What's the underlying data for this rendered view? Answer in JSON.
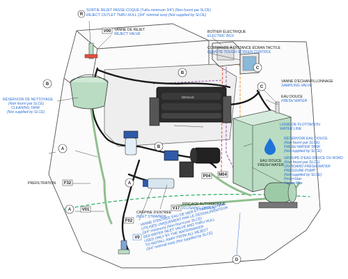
{
  "callouts": {
    "sortie_fr": "SORTIE REJET PASSE-COQUE (Tuillu minimum 3/4\") (Non fourni par SLCE)",
    "sortie_en": "REJECT OUTLET THRU HULL (3/4\" minimal size) (Not supplied by SLCE)",
    "v00_tag": "V00",
    "vanne_rejet_fr": "VANNE DE REJET",
    "vanne_rejet_en": "REJECT VALVE",
    "boitier_fr": "BOÎTIER ÉLECTRIQUE",
    "boitier_en": "ELECTRIC BOX",
    "commande_fr": "COMMANDE À DISTANCE ÉCRAN TACTILE",
    "commande_en": "REMOTE TOUCH SCREEN CONTROL",
    "vanne_ech_fr": "VANNE D'ÉCHANTILLONNAGE",
    "vanne_ech_en": "SAMPLING VALVE",
    "eau_douce_fr": "EAU DOUCE",
    "eau_douce_en": "FRESH WATER",
    "reservoir_nettoyage_fr": "RÉSERVOIR DE NETTOYAGE",
    "reservoir_nettoyage_2": "(Non fourni par SLCE)",
    "reservoir_nettoyage_en": "CLEANING TANK",
    "reservoir_nettoyage_4": "(Not supplied by SLCE)",
    "ligne_flottaison_fr": "LIGNE DE FLOTTAISON",
    "ligne_flottaison_en": "WATER LINE",
    "reservoir_eau_douce_fr": "RÉSERVOIR EAU DOUCE",
    "reservoir_eau_douce_2": "(Non fourni par SLCE)",
    "reservoir_eau_douce_en": "FRESH WATER TANK",
    "reservoir_eau_douce_4": "(Not supplied by SLCE)",
    "groupe_fr": "GROUPE D'EAU DOUCE DU BORD",
    "groupe_2": "(Non fourni par SLCE)",
    "groupe_en": "ON-BOARD FRESH WATER",
    "groupe_4": "PRESSURE PUMP",
    "groupe_5": "(Not supplied by SLCE)",
    "groupe_6": "Pmin=1bar",
    "groupe_7": "Pmax=3bar",
    "tank_label_1": "EAU DOUCE",
    "tank_label_2": "FRESH WATER",
    "prefiltration": "PREFILTRATION",
    "f32_tag": "F32",
    "m04_tag": "M04",
    "p04_tag": "P04",
    "f02_tag": "F02",
    "crepine_fr": "CRÉPINE D'ENTRÉE",
    "crepine_en": "INLET STRAINER",
    "v17_tag": "V17",
    "rincage_fr": "RINÇAGE AUTOMATIQUE",
    "rincage_en": "FLUSHING OPTION",
    "v01_tag": "V01",
    "v0_tag": "V0",
    "vanne_entree_1": "VANNE D'ENTRÉE EAU DE MER ET PASSE-COQUE",
    "vanne_entree_2": "UTILISÉS UNIQUEMENT PAR LE DESSALINISATEUR",
    "vanne_entree_3": "(3/4\" minimum) (Non fourni par SLCE)",
    "vanne_entree_4": "SEA WATER INLET VALVE AND THRU HULL",
    "vanne_entree_5": "USED ONLY BY THE WATERMAKER",
    "vanne_entree_6": "TO INSTALL AWAY FROM ALL REJECT",
    "vanne_entree_7": "(3/4\" minimal size) (Not supplied by SLCE)",
    "circle_a": "A",
    "circle_b": "B",
    "circle_c": "C",
    "circle_d": "D",
    "circle_r": "R",
    "membrane_label": "DESALIS"
  },
  "colors": {
    "hose_black": "#1b1b1b",
    "tank_green": "#b9dcc2",
    "pump_green": "#9ccaa6",
    "callout_blue": "#2a6fd6",
    "drop_blue": "#1e73d8",
    "line_purple": "#9b59b6",
    "line_red": "#e74c3c",
    "line_orange": "#e89a2c",
    "water_line": "#27ae60"
  }
}
